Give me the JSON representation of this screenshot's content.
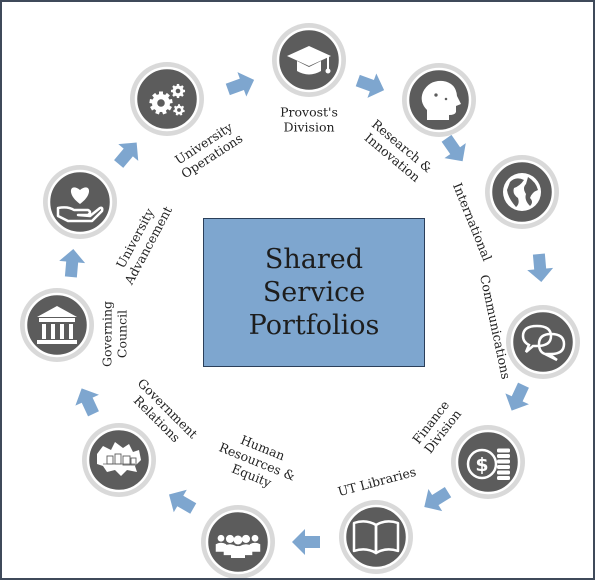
{
  "center": {
    "lines": [
      "Shared",
      "Service",
      "Portfolios"
    ]
  },
  "portfolios": [
    {
      "icon": "graduation-cap-icon",
      "lines": [
        "Provost's",
        "Division"
      ]
    },
    {
      "icon": "head-gears-icon",
      "lines": [
        "Research &",
        "Innovation"
      ]
    },
    {
      "icon": "globe-icon",
      "lines": [
        "International"
      ]
    },
    {
      "icon": "speech-bubbles-icon",
      "lines": [
        "Communications"
      ]
    },
    {
      "icon": "coins-icon",
      "lines": [
        "Finance",
        "Division"
      ]
    },
    {
      "icon": "book-icon",
      "lines": [
        "UT Libraries"
      ]
    },
    {
      "icon": "people-icon",
      "lines": [
        "Human",
        "Resources &",
        "Equity"
      ]
    },
    {
      "icon": "canada-map-icon",
      "lines": [
        "Government",
        "Relations"
      ]
    },
    {
      "icon": "building-columns-icon",
      "lines": [
        "Governing",
        "Council"
      ]
    },
    {
      "icon": "heart-hand-icon",
      "lines": [
        "University",
        "Advancement"
      ]
    },
    {
      "icon": "gears-icon",
      "lines": [
        "University",
        "Operations"
      ]
    }
  ],
  "colors": {
    "circle_fill": "#5c5c5c",
    "circle_ring": "#d9d9d9",
    "arrow": "#7ea6cf",
    "center_fill": "#7ea6cf",
    "border": "#3f4a5a"
  }
}
